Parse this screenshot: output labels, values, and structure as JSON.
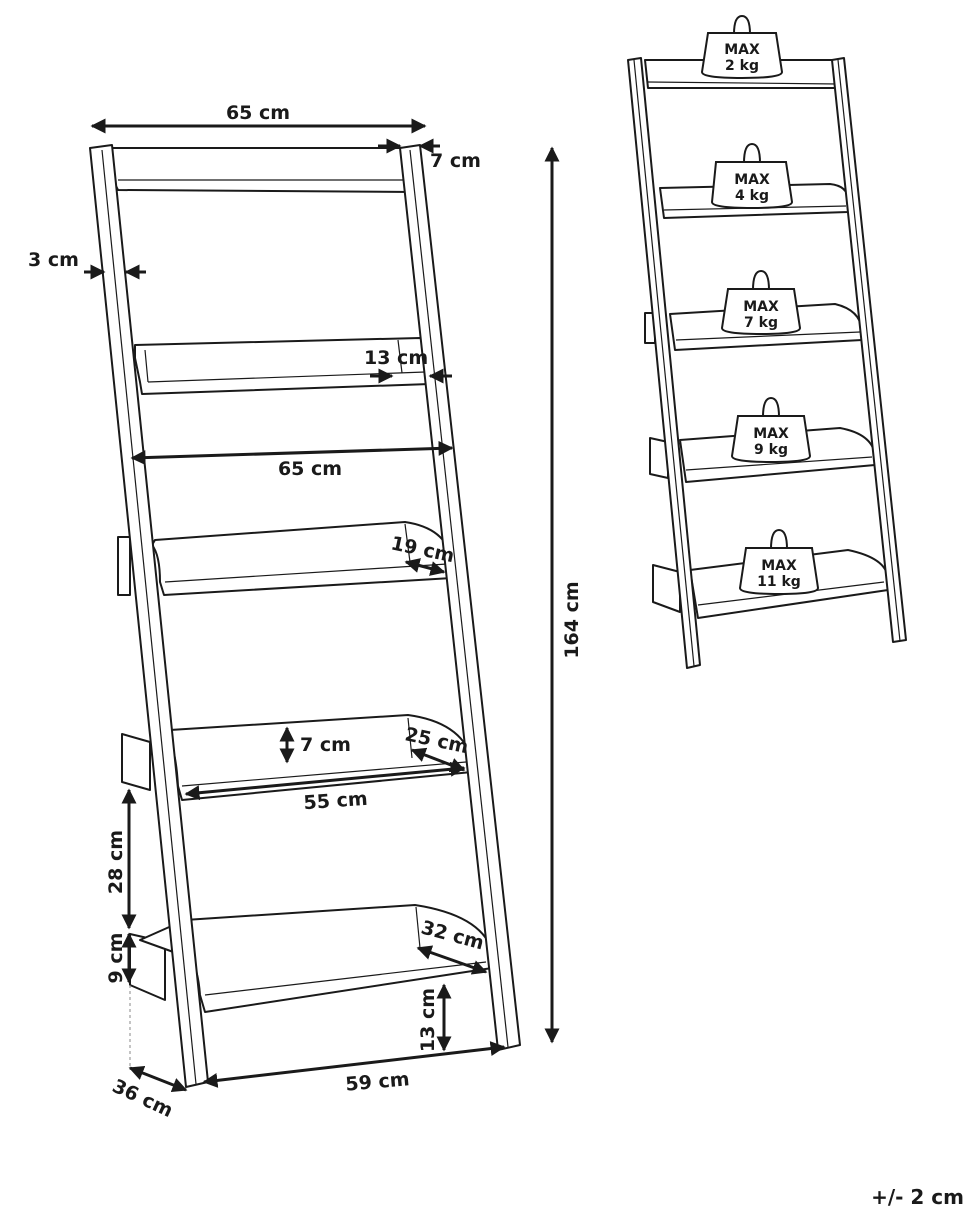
{
  "dimensions": {
    "top_width": "65 cm",
    "top_shelf_depth": "7 cm",
    "rail_thickness": "3 cm",
    "shelf2_depth": "13 cm",
    "shelf2_width": "65 cm",
    "shelf3_depth": "19 cm",
    "shelf4_lip_height": "7 cm",
    "shelf4_depth": "25 cm",
    "shelf4_width": "55 cm",
    "shelf_spacing": "28 cm",
    "bottom_shelf_height": "9 cm",
    "bottom_shelf_depth": "32 cm",
    "bottom_clearance": "13 cm",
    "base_depth": "36 cm",
    "base_width": "59 cm",
    "total_height": "164 cm"
  },
  "load_limits": [
    {
      "label": "MAX",
      "value": "2 kg"
    },
    {
      "label": "MAX",
      "value": "4 kg"
    },
    {
      "label": "MAX",
      "value": "7 kg"
    },
    {
      "label": "MAX",
      "value": "9 kg"
    },
    {
      "label": "MAX",
      "value": "11 kg"
    }
  ],
  "tolerance": "+/- 2 cm",
  "colors": {
    "line": "#1a1a1a",
    "fill": "#ffffff"
  }
}
